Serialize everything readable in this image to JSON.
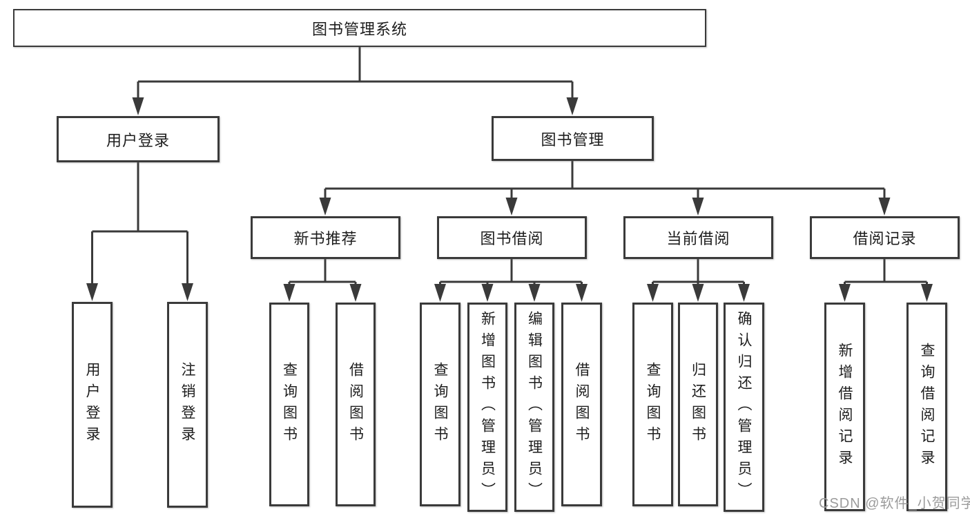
{
  "colors": {
    "line": "#3a3a3a",
    "box_border": "#3a3a3a",
    "text": "#1d1d1d",
    "watermark": "#9b9b9b",
    "background": "#ffffff"
  },
  "tree": {
    "root": {
      "label": "图书管理系统",
      "children": [
        {
          "label": "用户登录",
          "children": [
            {
              "label": "用户登录"
            },
            {
              "label": "注销登录"
            }
          ]
        },
        {
          "label": "图书管理",
          "children": [
            {
              "label": "新书推荐",
              "children": [
                {
                  "label": "查询图书"
                },
                {
                  "label": "借阅图书"
                }
              ]
            },
            {
              "label": "图书借阅",
              "children": [
                {
                  "label": "查询图书"
                },
                {
                  "label": "新增图书（管理员）"
                },
                {
                  "label": "编辑图书（管理员）"
                },
                {
                  "label": "借阅图书"
                }
              ]
            },
            {
              "label": "当前借阅",
              "children": [
                {
                  "label": "查询图书"
                },
                {
                  "label": "归还图书"
                },
                {
                  "label": "确认归还（管理员）"
                }
              ]
            },
            {
              "label": "借阅记录",
              "children": [
                {
                  "label": "新增借阅记录"
                },
                {
                  "label": "查询借阅记录"
                }
              ]
            }
          ]
        }
      ]
    }
  },
  "watermark": {
    "text": "CSDN @软件_小贺同学"
  }
}
